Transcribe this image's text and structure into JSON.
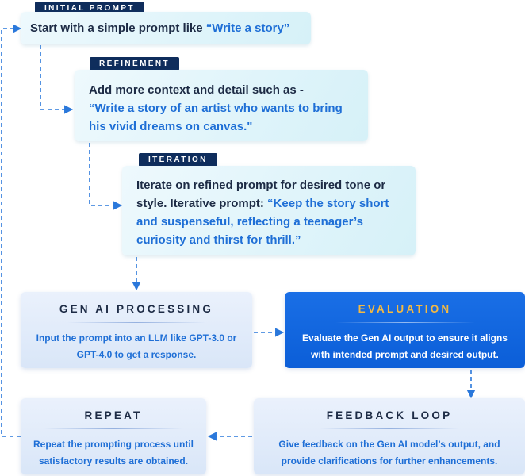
{
  "initial": {
    "tag": "INITIAL PROMPT",
    "text": "Start with a simple prompt like ",
    "highlight": "“Write a story”"
  },
  "refinement": {
    "tag": "REFINEMENT",
    "line1": "Add more context and detail such as -",
    "line2": "“Write a story of an artist who wants to bring",
    "line3": "his vivid dreams on canvas.\""
  },
  "iteration": {
    "tag": "ITERATION",
    "line1": "Iterate on refined prompt for desired tone or",
    "line2_plain": "style. Iterative prompt: ",
    "line2_hl": "“Keep the story short",
    "line3": "and suspenseful, reflecting a teenager’s",
    "line4": "curiosity and thirst for thrill.”"
  },
  "processing": {
    "title": "GEN AI PROCESSING",
    "line1": "Input the prompt into an LLM like",
    "line2": "GPT-3.0 or GPT-4.0 to get a response."
  },
  "evaluation": {
    "title": "EVALUATION",
    "line1": "Evaluate the Gen AI output to ensure it aligns",
    "line2": "with intended prompt and desired output."
  },
  "feedback": {
    "title": "FEEDBACK LOOP",
    "line1": "Give feedback on the Gen AI model’s output, and",
    "line2": "provide clarifications for further enhancements."
  },
  "repeat": {
    "title": "REPEAT",
    "line1": "Repeat the prompting process until",
    "line2": "satisfactory results are obtained."
  },
  "colors": {
    "tag_bg": "#0f2d5c",
    "highlight": "#1f6fd6",
    "evaluation_bg": "#0b5ed8",
    "evaluation_title": "#f4b942",
    "connector": "#2a78db"
  }
}
